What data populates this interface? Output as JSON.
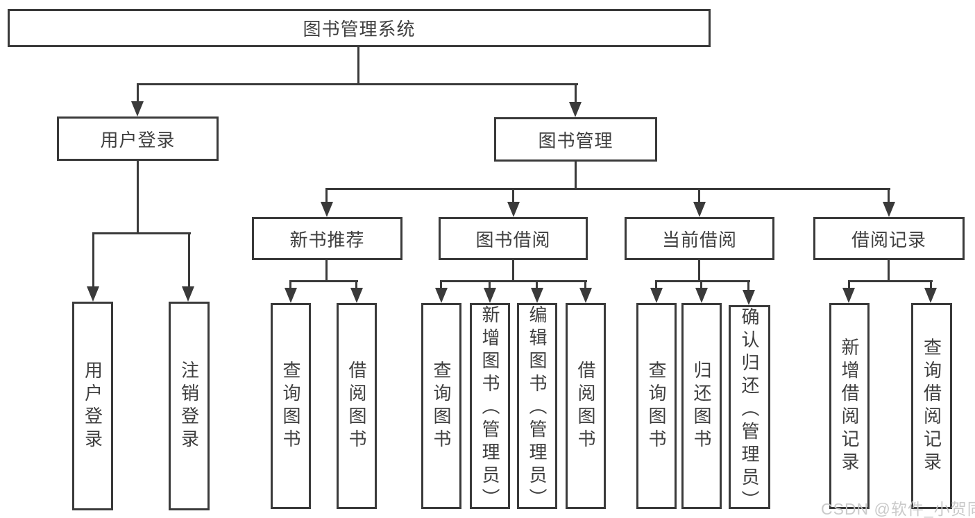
{
  "diagram": {
    "title_node": {
      "label": "图书管理系统"
    },
    "level1": {
      "user_login_group": {
        "label": "用户登录"
      },
      "book_management": {
        "label": "图书管理"
      }
    },
    "level2": {
      "new_book_recommend": {
        "label": "新书推荐"
      },
      "book_borrow": {
        "label": "图书借阅"
      },
      "current_borrow": {
        "label": "当前借阅"
      },
      "borrow_record": {
        "label": "借阅记录"
      }
    },
    "leaves": {
      "user_login": {
        "label": "用户登录"
      },
      "logout": {
        "label": "注销登录"
      },
      "nbr_query_book": {
        "label": "查询图书"
      },
      "nbr_borrow_book": {
        "label": "借阅图书"
      },
      "bb_query_book": {
        "label": "查询图书"
      },
      "bb_add_book": {
        "label": "新增图书（管理员）"
      },
      "bb_edit_book": {
        "label": "编辑图书（管理员）"
      },
      "bb_borrow_book": {
        "label": "借阅图书"
      },
      "cb_query_book": {
        "label": "查询图书"
      },
      "cb_return_book": {
        "label": "归还图书"
      },
      "cb_confirm_return": {
        "label": "确认归还（管理员）"
      },
      "br_add_record": {
        "label": "新增借阅记录"
      },
      "br_query_record": {
        "label": "查询借阅记录"
      }
    },
    "watermark": {
      "text": "CSDN @软件_小贺同学"
    },
    "colors": {
      "line": "#3a3a3a",
      "text": "#3f3f3f",
      "background": "#ffffff",
      "watermark": "#c6c6c6"
    }
  }
}
